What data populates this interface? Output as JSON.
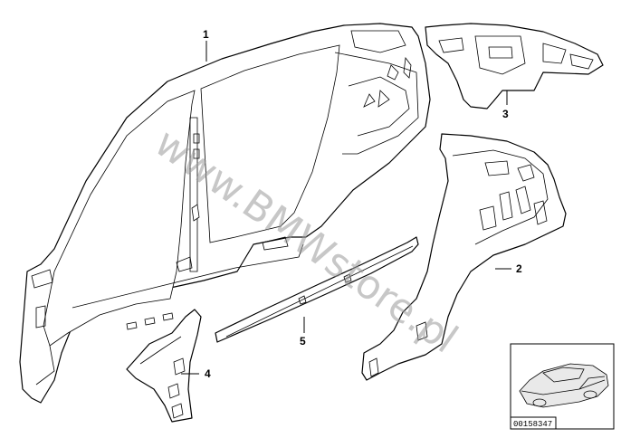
{
  "callouts": [
    {
      "id": "1",
      "label": "1"
    },
    {
      "id": "2",
      "label": "2"
    },
    {
      "id": "3",
      "label": "3"
    },
    {
      "id": "4",
      "label": "4"
    },
    {
      "id": "5",
      "label": "5"
    }
  ],
  "watermark": "www.BMWstore.pl",
  "thumbnail": {
    "image_id": "00158347"
  },
  "colors": {
    "line": "#000000",
    "background": "#ffffff",
    "watermark": "#9a9a9a"
  }
}
